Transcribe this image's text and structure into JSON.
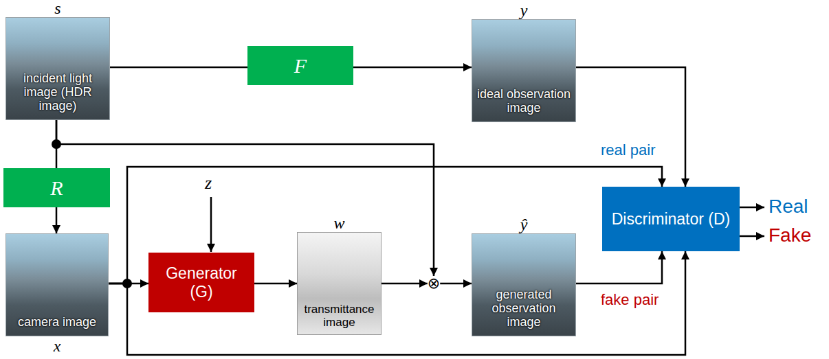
{
  "diagram": {
    "nodes": [
      {
        "text": [
          "s",
          "incident light image (HDR image)"
        ]
      },
      {
        "text": [
          "F"
        ]
      },
      {
        "text": [
          "y",
          "ideal observation image"
        ]
      },
      {
        "text": [
          "R"
        ]
      },
      {
        "text": [
          "camera image",
          "x"
        ]
      },
      {
        "text": [
          "Generator (G)"
        ]
      },
      {
        "text": [
          "w",
          "transmittance image"
        ]
      },
      {
        "text": [
          "⊗"
        ]
      },
      {
        "text": [
          "ŷ",
          "generated observation image"
        ]
      },
      {
        "text": [
          "Discriminator (D)"
        ]
      }
    ],
    "edges": [
      {
        "from": 0,
        "to": 1,
        "arrow": "none"
      },
      {
        "from": 1,
        "to": 2,
        "arrow": "to"
      },
      {
        "from": 2,
        "to": 9,
        "arrow": "to"
      },
      {
        "from": 0,
        "to": 3,
        "arrow": "none"
      },
      {
        "from": 0,
        "to": 7,
        "arrow": "to"
      },
      {
        "from": 3,
        "to": 4,
        "arrow": "to"
      },
      {
        "from": 4,
        "to": 5,
        "arrow": "to"
      },
      {
        "from": 4,
        "to": 9,
        "label": "real pair",
        "arrow": "to"
      },
      {
        "from": 4,
        "to": 9,
        "arrow": "to"
      },
      {
        "from": 5,
        "to": 6,
        "arrow": "to"
      },
      {
        "from": 6,
        "to": 7,
        "arrow": "to"
      },
      {
        "from": 7,
        "to": 8,
        "arrow": "to"
      },
      {
        "from": 8,
        "to": 9,
        "label": "fake pair",
        "arrow": "to"
      }
    ],
    "labels": [
      "z",
      "Real",
      "Fake"
    ]
  }
}
